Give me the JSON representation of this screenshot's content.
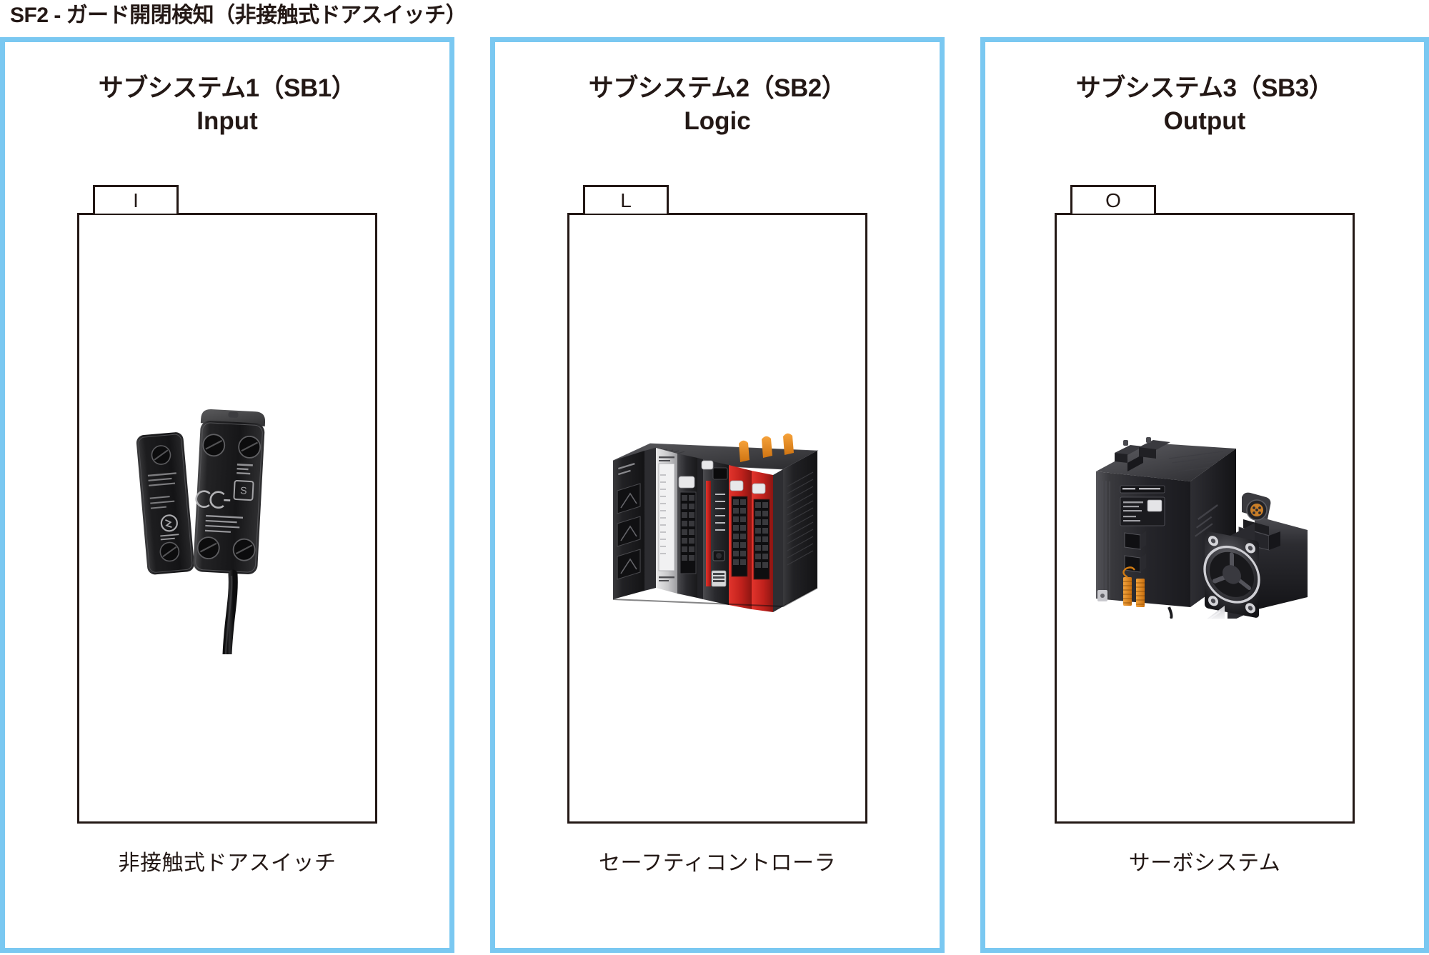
{
  "page": {
    "title": "SF2 - ガード開閉検知（非接触式ドアスイッチ）",
    "accent_color": "#7ac8f1",
    "ink_color": "#231815",
    "background": "#ffffff"
  },
  "panels": [
    {
      "heading": "サブシステム1（SB1）",
      "subheading": "Input",
      "tab_label": "I",
      "caption": "非接触式ドアスイッチ",
      "artwork": "non-contact-door-switch-photo"
    },
    {
      "heading": "サブシステム2（SB2）",
      "subheading": "Logic",
      "tab_label": "L",
      "caption": "セーフティコントローラ",
      "artwork": "safety-controller-photo"
    },
    {
      "heading": "サブシステム3（SB3）",
      "subheading": "Output",
      "tab_label": "O",
      "caption": "サーボシステム",
      "artwork": "servo-system-photo"
    }
  ]
}
